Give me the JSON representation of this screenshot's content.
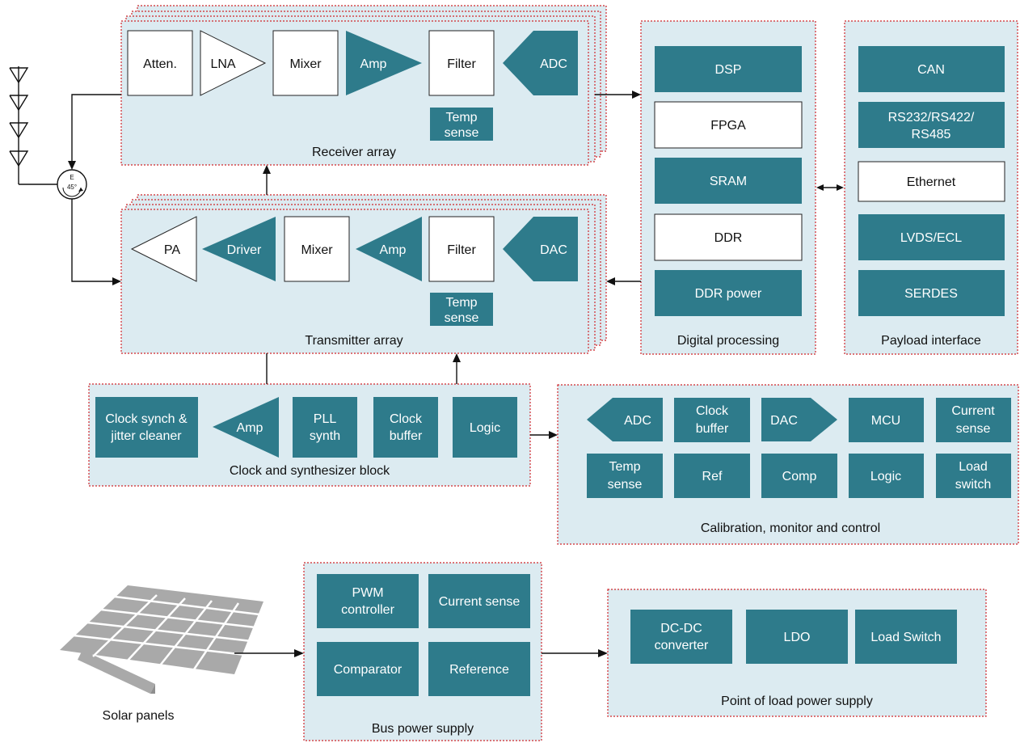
{
  "receiver": {
    "title": "Receiver array",
    "atten": "Atten.",
    "lna": "LNA",
    "mixer": "Mixer",
    "amp": "Amp",
    "filter": "Filter",
    "adc": "ADC",
    "temp_l1": "Temp",
    "temp_l2": "sense"
  },
  "transmitter": {
    "title": "Transmitter array",
    "pa": "PA",
    "driver": "Driver",
    "mixer": "Mixer",
    "amp": "Amp",
    "filter": "Filter",
    "dac": "DAC",
    "temp_l1": "Temp",
    "temp_l2": "sense"
  },
  "antenna": {
    "label_e": "E",
    "label_angle": "45°"
  },
  "digital": {
    "title": "Digital processing",
    "dsp": "DSP",
    "fpga": "FPGA",
    "sram": "SRAM",
    "ddr": "DDR",
    "ddr_power": "DDR power"
  },
  "payload": {
    "title": "Payload interface",
    "can": "CAN",
    "rs_l1": "RS232/RS422/",
    "rs_l2": "RS485",
    "ethernet": "Ethernet",
    "lvds": "LVDS/ECL",
    "serdes": "SERDES"
  },
  "clock": {
    "title": "Clock and synthesizer block",
    "synch_l1": "Clock synch &",
    "synch_l2": "jitter cleaner",
    "amp": "Amp",
    "pll_l1": "PLL",
    "pll_l2": "synth",
    "buffer_l1": "Clock",
    "buffer_l2": "buffer",
    "logic": "Logic"
  },
  "calibration": {
    "title": "Calibration, monitor and control",
    "adc": "ADC",
    "clock_l1": "Clock",
    "clock_l2": "buffer",
    "dac": "DAC",
    "mcu": "MCU",
    "current_l1": "Current",
    "current_l2": "sense",
    "temp_l1": "Temp",
    "temp_l2": "sense",
    "ref": "Ref",
    "comp": "Comp",
    "logic": "Logic",
    "load_l1": "Load",
    "load_l2": "switch"
  },
  "solar": {
    "label": "Solar panels"
  },
  "bus": {
    "title": "Bus power supply",
    "pwm_l1": "PWM",
    "pwm_l2": "controller",
    "current": "Current sense",
    "comparator": "Comparator",
    "reference": "Reference"
  },
  "pol": {
    "title": "Point of load power supply",
    "dcdc_l1": "DC-DC",
    "dcdc_l2": "converter",
    "ldo": "LDO",
    "load_switch": "Load Switch"
  }
}
